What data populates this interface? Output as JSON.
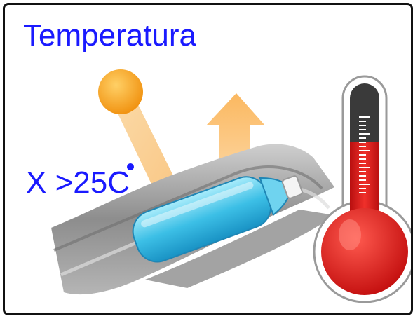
{
  "title": "Temperatura",
  "condition": {
    "prefix": "X >25",
    "degree_symbol": "°",
    "unit": "C"
  },
  "colors": {
    "text": "#1a1aff",
    "sun": "#f5a21b",
    "arrow": "#fbc27a",
    "bottle": "#49c3e8",
    "thermometer_red": "#e11b1b",
    "thermometer_dark": "#3a3a3a",
    "metal": "#9a9a9a"
  },
  "icons": [
    "sun-icon",
    "heat-arrow-icon",
    "bottle-icon",
    "thermometer-icon"
  ]
}
